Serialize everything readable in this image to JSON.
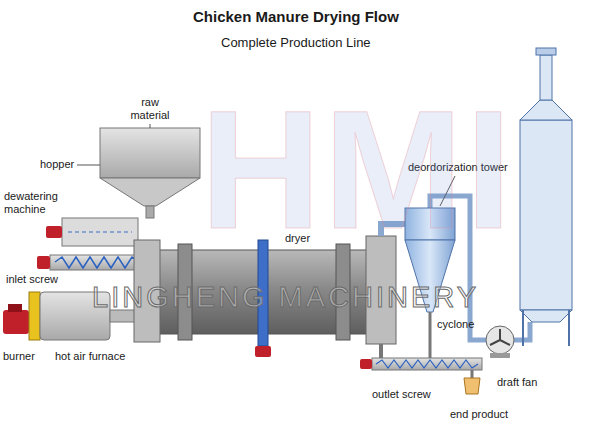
{
  "diagram": {
    "title": "Chicken Manure Drying Flow",
    "caption": "Complete Production Line",
    "labels": [
      "raw material",
      "hopper",
      "dewatering machine",
      "inlet screw",
      "burner",
      "hot air furnace",
      "dryer",
      "deordorization tower",
      "cyclone",
      "draft fan",
      "outlet screw",
      "end product",
      "LINGHENG MACHINERY",
      "HMI"
    ]
  }
}
